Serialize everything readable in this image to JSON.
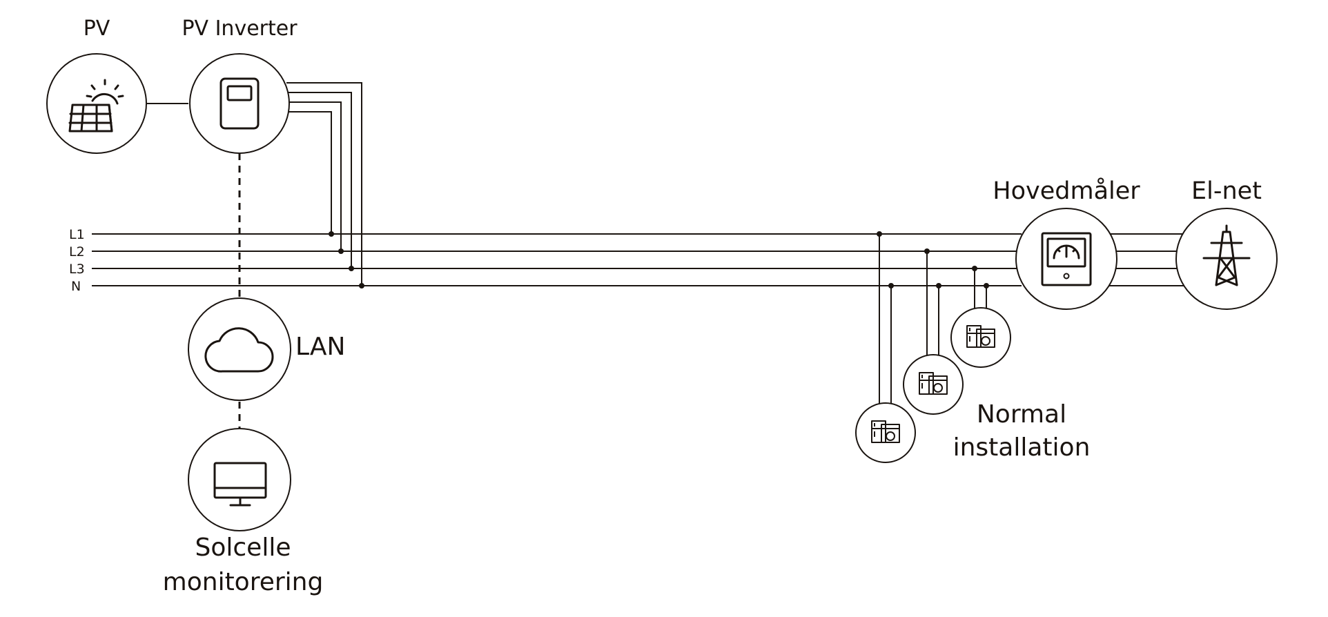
{
  "labels": {
    "pv": "PV",
    "pv_inverter": "PV Inverter",
    "hovedmaler": "Hovedmåler",
    "el_net": "El-net",
    "lan": "LAN",
    "normal_installation_line1": "Normal",
    "normal_installation_line2": "installation",
    "solcelle_line1": "Solcelle",
    "solcelle_line2": "monitorering"
  },
  "bus_lines": [
    "L1",
    "L2",
    "L3",
    "N"
  ],
  "icons": {
    "pv": "solar-panel-sun-icon",
    "inverter": "inverter-icon",
    "lan": "cloud-icon",
    "monitor": "monitor-icon",
    "meter": "electricity-meter-icon",
    "grid": "power-pylon-icon",
    "appliance": "appliances-icon"
  },
  "colors": {
    "line": "#1a1410",
    "background": "#ffffff"
  }
}
